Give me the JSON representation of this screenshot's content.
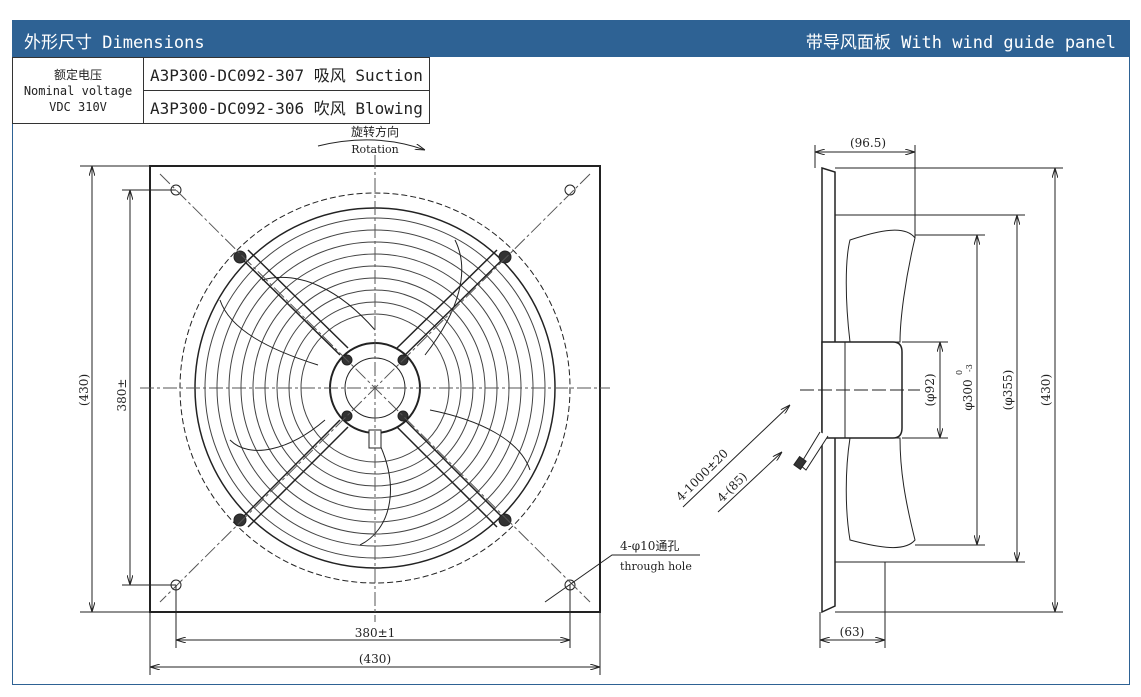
{
  "header": {
    "left_title": "外形尺寸 Dimensions",
    "right_title": "带导风面板 With wind guide panel"
  },
  "spec_table": {
    "voltage_cn": "额定电压",
    "voltage_en": "Nominal voltage",
    "voltage_value": "VDC 310V",
    "models": [
      "A3P300-DC092-307 吸风 Suction",
      "A3P300-DC092-306 吹风 Blowing"
    ]
  },
  "front_view": {
    "rotation_cn": "旋转方向",
    "rotation_en": "Rotation",
    "dim_height_outer": "(430)",
    "dim_height_holes": "380±",
    "dim_width_holes": "380±1",
    "dim_width_outer": "(430)",
    "hole_note_cn": "4-φ10通孔",
    "hole_note_en": "through hole"
  },
  "side_view": {
    "dim_depth": "(96.5)",
    "dim_plate_depth": "(63)",
    "dim_hub": "(φ92)",
    "dim_impeller": "φ300",
    "dim_impeller_tol_upper": "0",
    "dim_impeller_tol_lower": "-3",
    "dim_ring": "(φ355)",
    "dim_height": "(430)",
    "dim_cable": "4-1000±20",
    "dim_cable_strip": "4-(85)"
  }
}
